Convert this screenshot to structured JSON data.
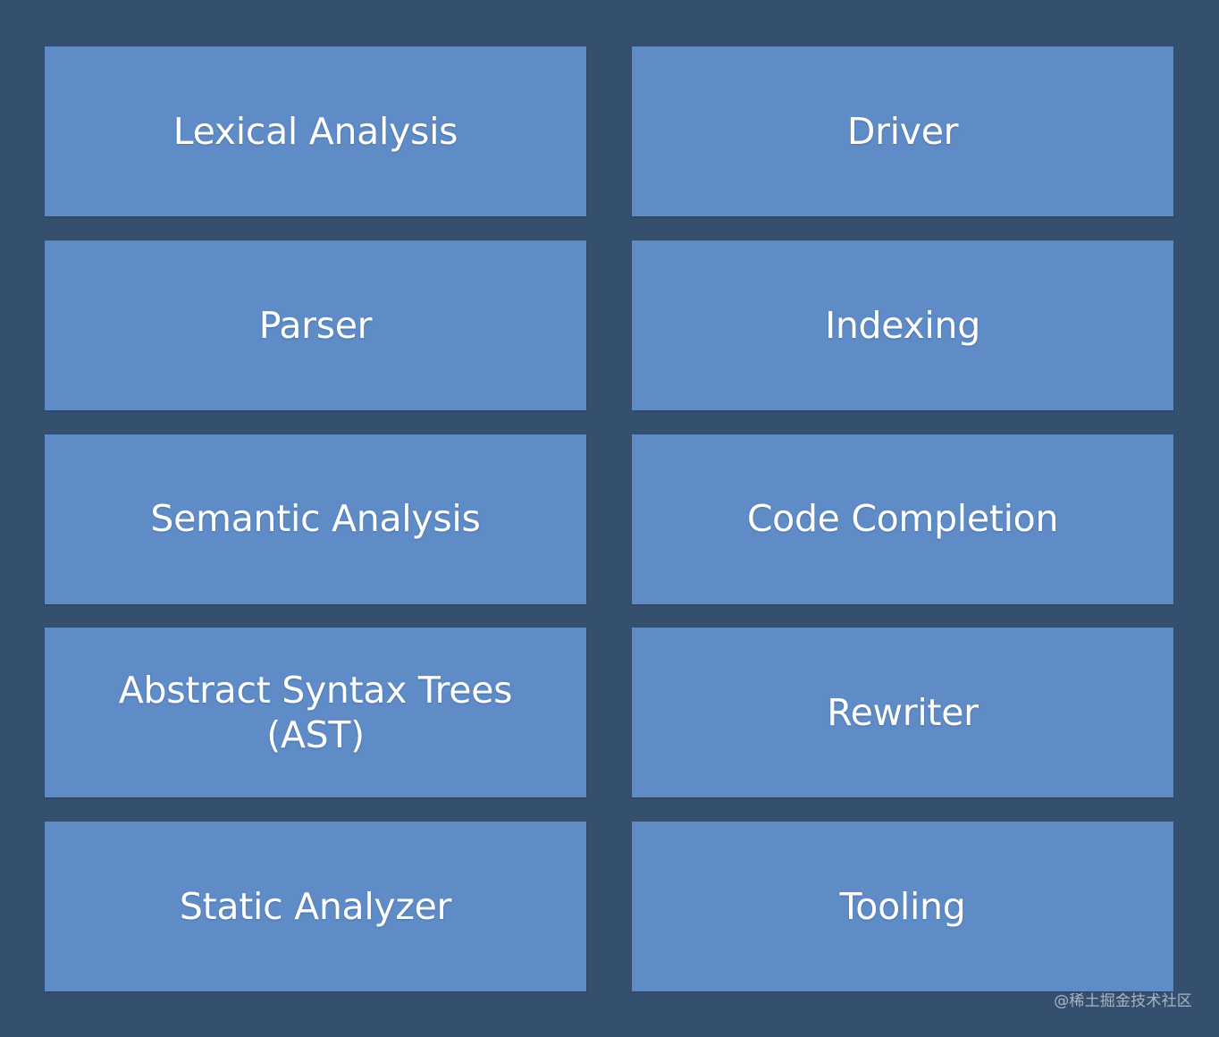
{
  "tiles": [
    {
      "label": "Lexical Analysis"
    },
    {
      "label": "Driver"
    },
    {
      "label": "Parser"
    },
    {
      "label": "Indexing"
    },
    {
      "label": "Semantic Analysis"
    },
    {
      "label": "Code Completion"
    },
    {
      "label": "Abstract Syntax Trees\n(AST)"
    },
    {
      "label": "Rewriter"
    },
    {
      "label": "Static Analyzer"
    },
    {
      "label": "Tooling"
    }
  ],
  "watermark": "@稀土掘金技术社区",
  "colors": {
    "background": "#354f6f",
    "tile": "#5f8cc7",
    "text": "#ffffff"
  }
}
